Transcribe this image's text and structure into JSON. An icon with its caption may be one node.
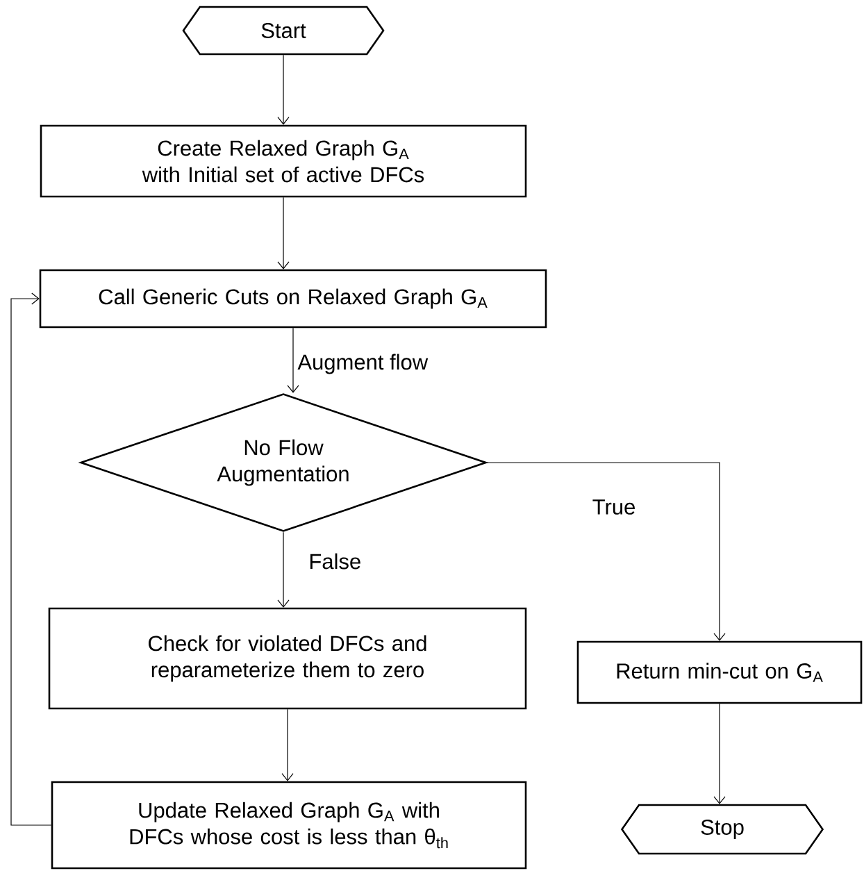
{
  "diagram": {
    "nodes": [
      {
        "text": [
          "Start"
        ]
      },
      {
        "text": [
          "Create Relaxed Graph G$_{A}$ with Initial set of active DFCs"
        ]
      },
      {
        "text": [
          "Call Generic Cuts on Relaxed Graph G$_{A}$"
        ]
      },
      {
        "text": [
          "No Flow Augmentation"
        ]
      },
      {
        "text": [
          "Check for violated DFCs and reparameterize them to zero"
        ]
      },
      {
        "text": [
          "Update Relaxed Graph G$_{A}$ with DFCs whose cost is less than θ$_{th}$"
        ]
      },
      {
        "text": [
          "Return min-cut on G$_{A}$"
        ]
      },
      {
        "text": [
          "Stop"
        ]
      }
    ],
    "edges": [
      {
        "from": 0,
        "to": 1,
        "arrow": "to"
      },
      {
        "from": 1,
        "to": 2,
        "arrow": "to"
      },
      {
        "from": 2,
        "to": 3,
        "arrow": "to",
        "label": "Augment flow"
      },
      {
        "from": 3,
        "to": 4,
        "arrow": "to",
        "label": "False"
      },
      {
        "from": 4,
        "to": 5,
        "arrow": "to"
      },
      {
        "from": 5,
        "to": 2,
        "arrow": "to"
      },
      {
        "from": 3,
        "to": 6,
        "arrow": "to",
        "label": "True"
      },
      {
        "from": 6,
        "to": 7,
        "arrow": "to"
      }
    ]
  }
}
